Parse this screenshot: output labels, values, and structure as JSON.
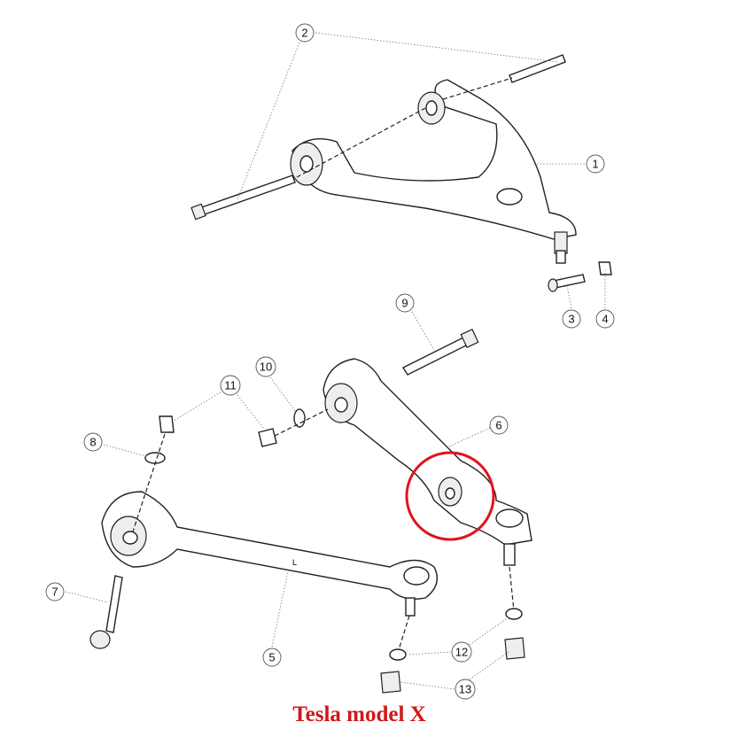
{
  "title": "Tesla model X",
  "highlight_color": "#e0141c",
  "callouts": [
    {
      "id": "1",
      "label": "1"
    },
    {
      "id": "2",
      "label": "2"
    },
    {
      "id": "3",
      "label": "3"
    },
    {
      "id": "4",
      "label": "4"
    },
    {
      "id": "5",
      "label": "5"
    },
    {
      "id": "6",
      "label": "6"
    },
    {
      "id": "7",
      "label": "7"
    },
    {
      "id": "8",
      "label": "8"
    },
    {
      "id": "9",
      "label": "9"
    },
    {
      "id": "10",
      "label": "10"
    },
    {
      "id": "11",
      "label": "11"
    },
    {
      "id": "12",
      "label": "12"
    },
    {
      "id": "13",
      "label": "13"
    }
  ],
  "arm_marking": "L"
}
